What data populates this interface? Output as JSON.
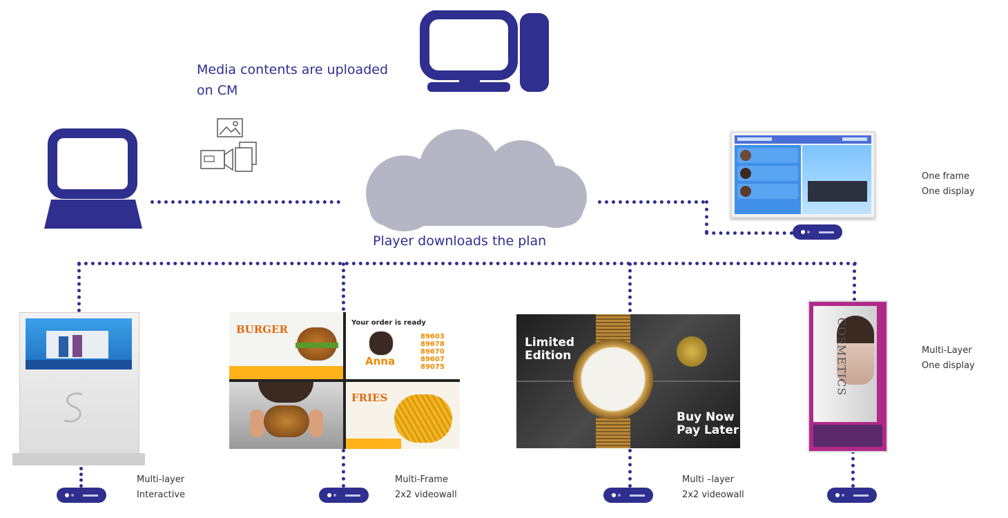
{
  "header": {
    "upload_line1": "Media contents are uploaded",
    "upload_line2": "on CM",
    "cloud_caption": "Player downloads  the plan"
  },
  "displays": {
    "one_frame": {
      "line1": "One frame",
      "line2": "One display"
    },
    "multi_layer_one": {
      "line1": "Multi-Layer",
      "line2": "One display"
    },
    "kiosk": {
      "line1": "Multi-layer",
      "line2": "Interactive"
    },
    "food_wall": {
      "line1": "Multi-Frame",
      "line2": "2x2 videowall"
    },
    "watch_wall": {
      "line1": "Multi –layer",
      "line2": "2x2 videowall"
    }
  },
  "food_screen": {
    "burger": "BURGER",
    "order_title": "Your order is ready",
    "customer": "Anna",
    "order_numbers": [
      "89603",
      "89678",
      "89670",
      "89607",
      "89075"
    ],
    "fries": "FRIES"
  },
  "watch_screen": {
    "headline_line1": "Limited",
    "headline_line2": "Edition",
    "cta_line1": "Buy Now",
    "cta_line2": "Pay Later"
  },
  "poster": {
    "title": "COSMETICS"
  },
  "colors": {
    "navy": "#2e2f8e",
    "cloud": "#b5b6c5"
  }
}
